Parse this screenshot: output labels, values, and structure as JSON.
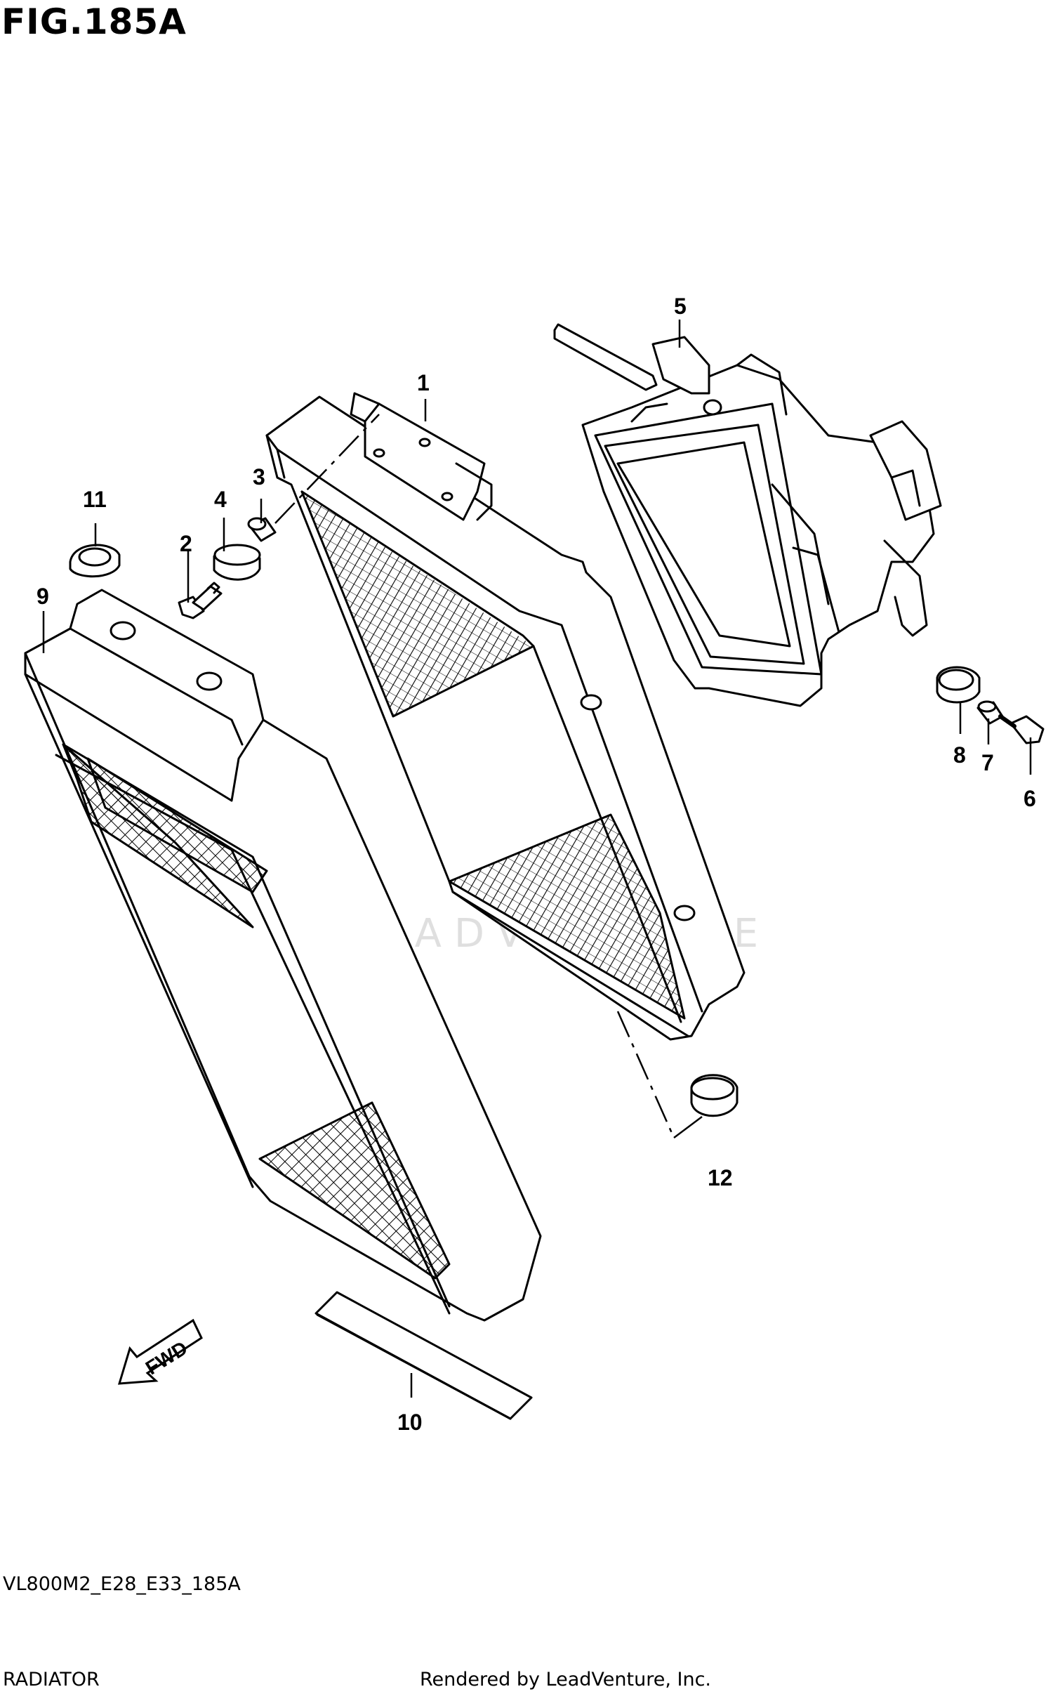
{
  "figure_label": "FIG.185A",
  "callouts": {
    "c1": "1",
    "c2": "2",
    "c3": "3",
    "c4": "4",
    "c5": "5",
    "c6": "6",
    "c7": "7",
    "c8": "8",
    "c9": "9",
    "c10": "10",
    "c11": "11",
    "c12": "12"
  },
  "fwd_label": "FWD",
  "watermark_text": "LEADVENTURE",
  "footer": {
    "diagram_code": "VL800M2_E28_E33_185A",
    "section_title": "RADIATOR",
    "credit": "Rendered by LeadVenture, Inc."
  }
}
